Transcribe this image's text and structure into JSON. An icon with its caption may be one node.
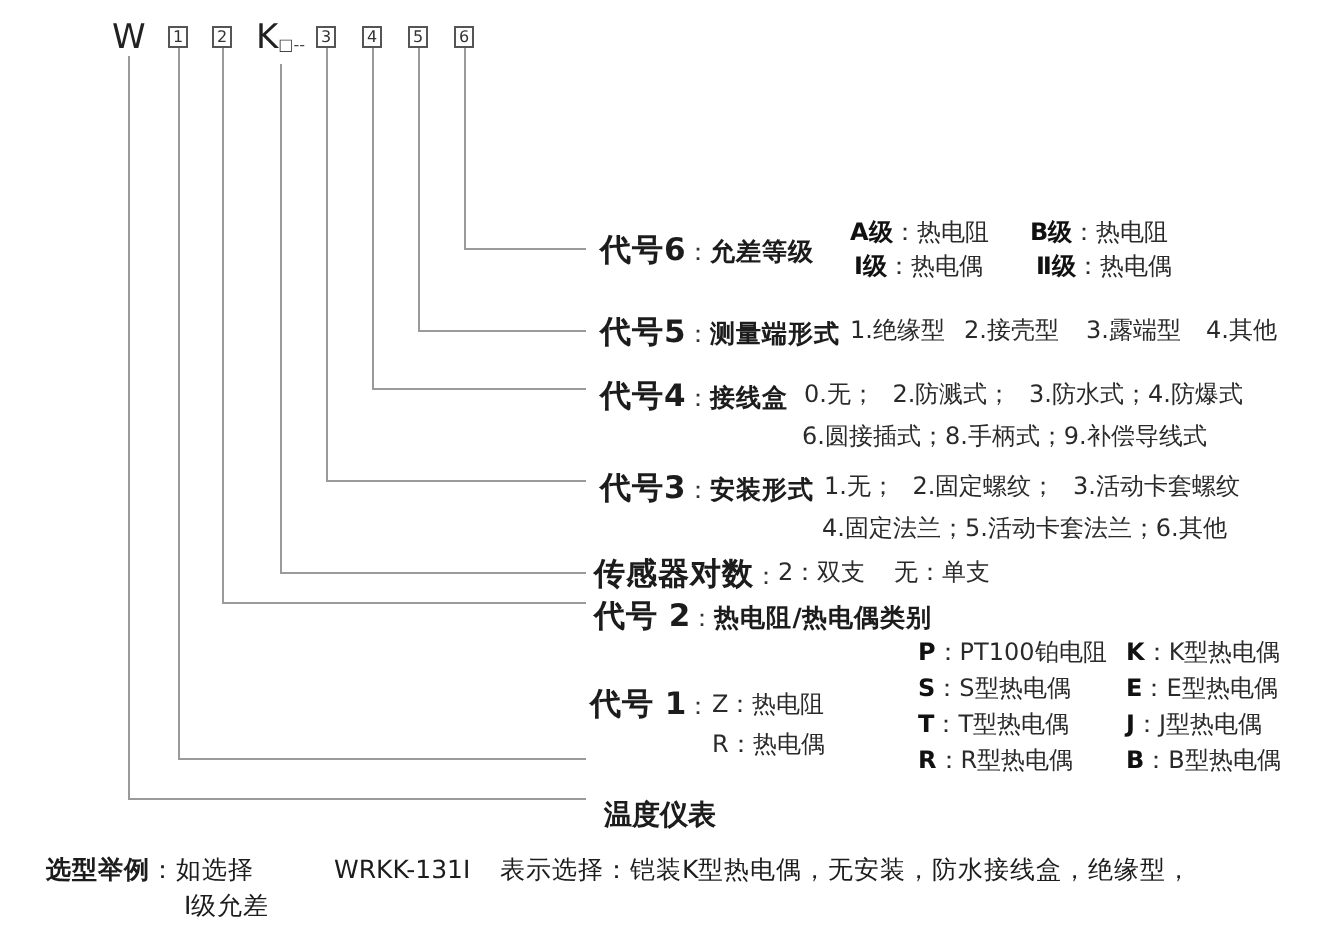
{
  "diagram": {
    "nodes": [
      {
        "text": [
          "W"
        ]
      },
      {
        "text": [
          "1"
        ]
      },
      {
        "text": [
          "2"
        ]
      },
      {
        "text": [
          "K$_{□--}$"
        ]
      },
      {
        "text": [
          "3"
        ]
      },
      {
        "text": [
          "4"
        ]
      },
      {
        "text": [
          "5"
        ]
      },
      {
        "text": [
          "6"
        ]
      },
      {
        "text": [
          "**代号6**：",
          "允差等级"
        ],
        "beside": [
          "**A级**：热电阻",
          "**B级**：热电阻",
          "**Ⅰ级**：热电偶",
          "**Ⅱ级**：热电偶"
        ]
      },
      {
        "text": [
          "**代号5**：",
          "测量端形式"
        ],
        "beside": [
          "1.绝缘型",
          "2.接壳型",
          "3.露端型",
          "4.其他"
        ]
      },
      {
        "text": [
          "**代号4**：",
          "接线盒"
        ],
        "beside": [
          "0.无； 2.防溅式； 3.防水式；4.防爆式",
          "6.圆接插式；8.手柄式；9.补偿导线式"
        ]
      },
      {
        "text": [
          "**代号3**：",
          "安装形式"
        ],
        "beside": [
          "1.无； 2.固定螺纹； 3.活动卡套螺纹",
          "4.固定法兰；5.活动卡套法兰；6.其他"
        ]
      },
      {
        "text": [
          "**传感器对数**："
        ],
        "beside": [
          "2：双支",
          "无：单支"
        ]
      },
      {
        "text": [
          "**代号 2**：",
          "热电阻/热电偶类别"
        ]
      },
      {
        "text": [
          "**代号 1**："
        ],
        "beside": [
          "Z：热电阻",
          "R：热电偶",
          "**P**：PT100铂电阻",
          "**K**：K型热电偶",
          "**S**：S型热电偶",
          "**E**：E型热电偶",
          "**T**：T型热电偶",
          "**J**：J型热电偶",
          "**R**：R型热电偶",
          "**B**：B型热电偶"
        ]
      },
      {
        "text": [
          "温度仪表"
        ]
      }
    ],
    "edges": [
      {
        "from": 0,
        "to": 15,
        "arrow": "none"
      },
      {
        "from": 1,
        "to": 14,
        "arrow": "none"
      },
      {
        "from": 2,
        "to": 13,
        "arrow": "none"
      },
      {
        "from": 3,
        "to": 12,
        "arrow": "none"
      },
      {
        "from": 4,
        "to": 11,
        "arrow": "none"
      },
      {
        "from": 5,
        "to": 10,
        "arrow": "none"
      },
      {
        "from": 6,
        "to": 9,
        "arrow": "none"
      },
      {
        "from": 7,
        "to": 8,
        "arrow": "none"
      }
    ],
    "labels": [
      "**选型举例**：如选择",
      "WRKK-131Ⅰ",
      "表示选择：铠装K型热电偶，无安装，防水接线盒，绝缘型，",
      "Ⅰ级允差"
    ]
  }
}
